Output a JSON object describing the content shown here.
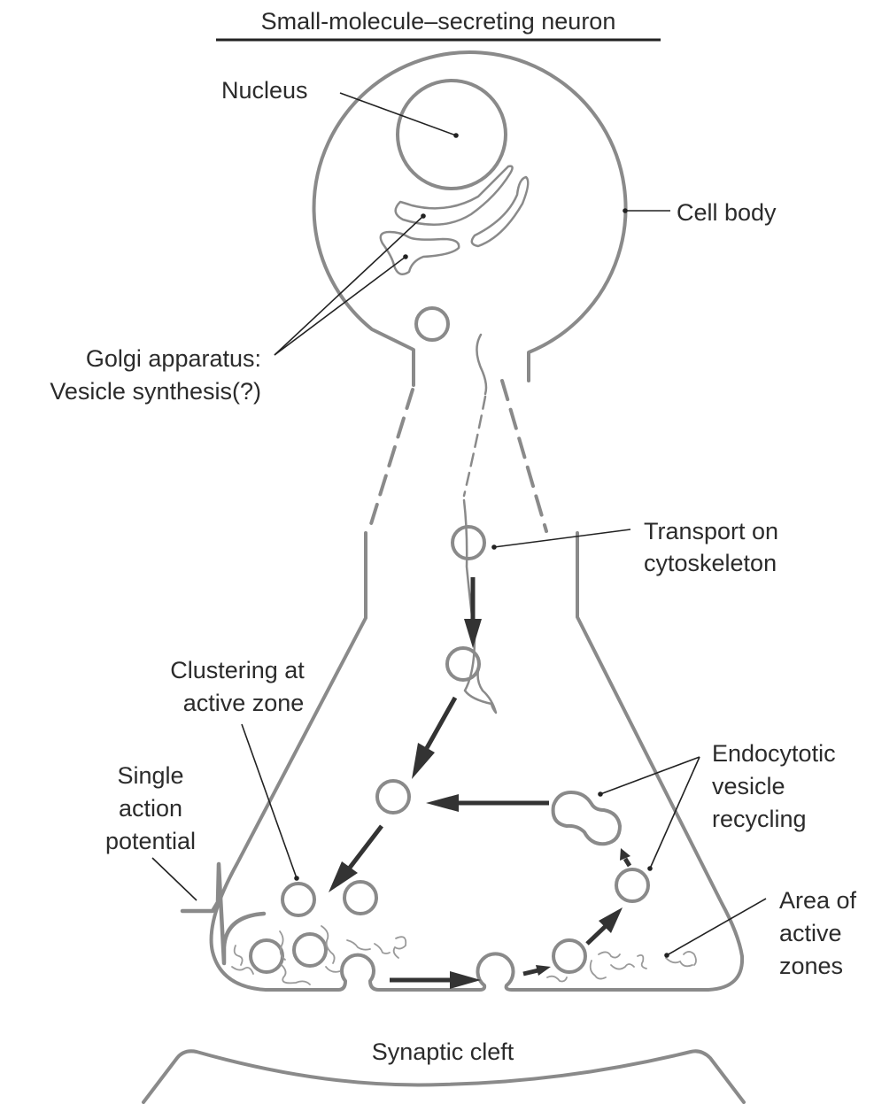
{
  "title": "Small-molecule–secreting neuron",
  "labels": {
    "nucleus": "Nucleus",
    "cell_body": "Cell body",
    "golgi_line1": "Golgi apparatus:",
    "golgi_line2": "Vesicle synthesis(?)",
    "transport_line1": "Transport on",
    "transport_line2": "cytoskeleton",
    "clustering_line1": "Clustering at",
    "clustering_line2": "active zone",
    "action_line1": "Single",
    "action_line2": "action",
    "action_line3": "potential",
    "endo_line1": "Endocytotic",
    "endo_line2": "vesicle",
    "endo_line3": "recycling",
    "area_line1": "Area of",
    "area_line2": "active",
    "area_line3": "zones",
    "synaptic_cleft": "Synaptic cleft"
  },
  "colors": {
    "membrane": "#8a8a8a",
    "arrow": "#333333",
    "text": "#2b2b2b"
  }
}
